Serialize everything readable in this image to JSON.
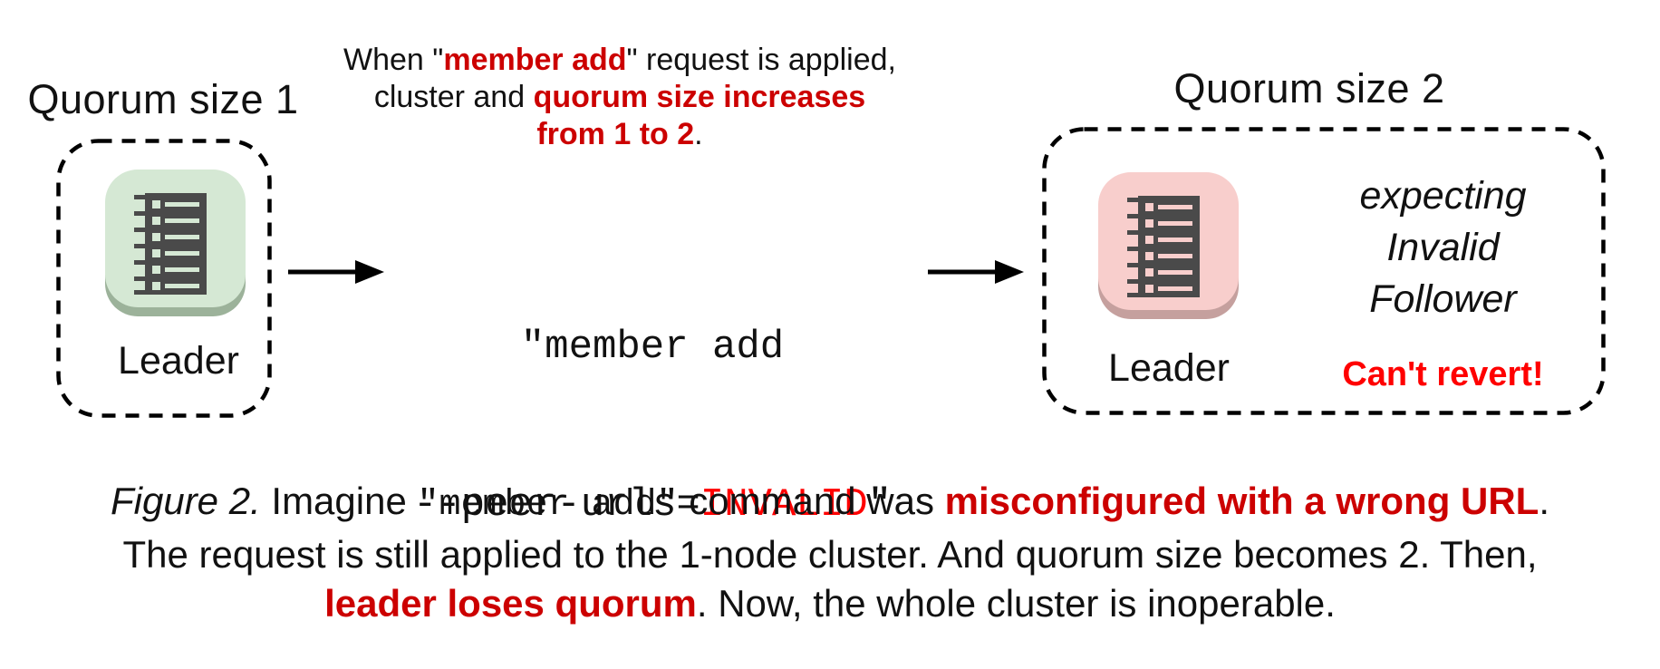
{
  "colors": {
    "red_bold": "#cc0000",
    "red_bright": "#ff0000",
    "healthy_bg": "#d5e8d4",
    "healthy_rim": "#9cb29a",
    "broken_bg": "#f8cecc",
    "broken_rim": "#c5a09e",
    "glyph": "#4a4a4a",
    "stroke": "#000000"
  },
  "left_cluster": {
    "title": "Quorum size 1",
    "node_label": "Leader"
  },
  "annotation": {
    "line1": {
      "pre": "When \"",
      "highlight": "member add",
      "post": "\" request is applied,"
    },
    "line2": {
      "pre": "cluster and ",
      "highlight": "quorum size increases"
    },
    "line3": {
      "highlight": "from 1 to 2",
      "post": "."
    }
  },
  "command": {
    "line1": "\"member add",
    "line2_pre": "--peer-urls=",
    "line2_invalid": "INVALID",
    "line2_post": "\""
  },
  "right_cluster": {
    "title": "Quorum size 2",
    "node_label": "Leader",
    "status_lines": [
      "expecting",
      "Invalid",
      "Follower"
    ],
    "warning": "Can't revert!"
  },
  "caption": {
    "line1": {
      "figure": "Figure 2.",
      "pre": " Imagine ",
      "code": "\"member add\"",
      "mid": " command was ",
      "highlight": "misconfigured with a wrong URL",
      "post": "."
    },
    "line2": "The request is still applied to the 1-node cluster. And quorum size becomes 2. Then,",
    "line3": {
      "highlight": "leader loses quorum",
      "post": ". Now, the whole cluster is inoperable."
    }
  }
}
